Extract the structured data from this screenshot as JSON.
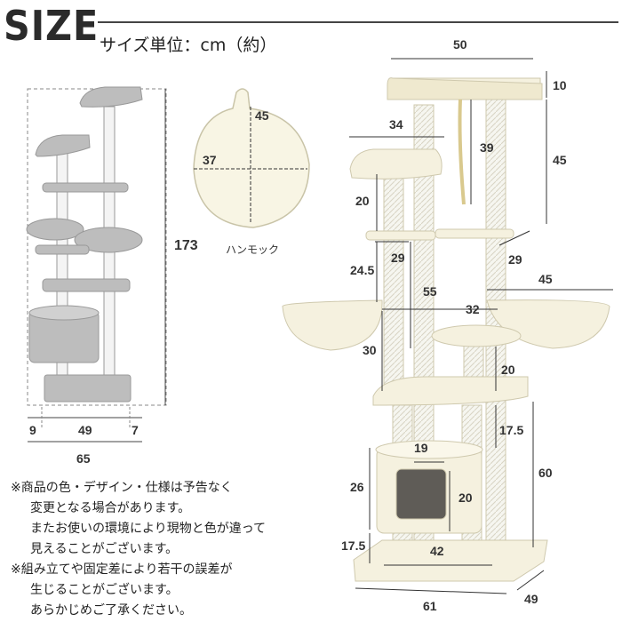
{
  "header": {
    "title": "SIZE",
    "unit_text": "サイズ単位：cm（約）"
  },
  "left_figure": {
    "height": "173",
    "width_total": "65",
    "seg_left": "9",
    "seg_mid": "49",
    "seg_right": "7"
  },
  "hammock": {
    "depth": "45",
    "width": "37",
    "label": "ハンモック"
  },
  "right_figure": {
    "top_width": "50",
    "top_height": "10",
    "upper_height": "45",
    "perch_width": "34",
    "post_39": "39",
    "post_20a": "20",
    "perch_29a": "29",
    "perch_29b": "29",
    "post_24_5": "24.5",
    "post_55": "55",
    "hammock_45": "45",
    "platform_32": "32",
    "post_30": "30",
    "post_20b": "20",
    "post_17_5a": "17.5",
    "house_19": "19",
    "house_26": "26",
    "house_20": "20",
    "height_60": "60",
    "post_17_5b": "17.5",
    "base_42": "42",
    "base_61": "61",
    "base_49": "49"
  },
  "notes": [
    "※商品の色・デザイン・仕様は予告なく",
    "変更となる場合があります。",
    "またお使いの環境により現物と色が違って",
    "見えることがございます。",
    "※組み立てや固定差により若干の誤差が",
    "生じることがございます。",
    "あらかじめご了承ください。"
  ]
}
